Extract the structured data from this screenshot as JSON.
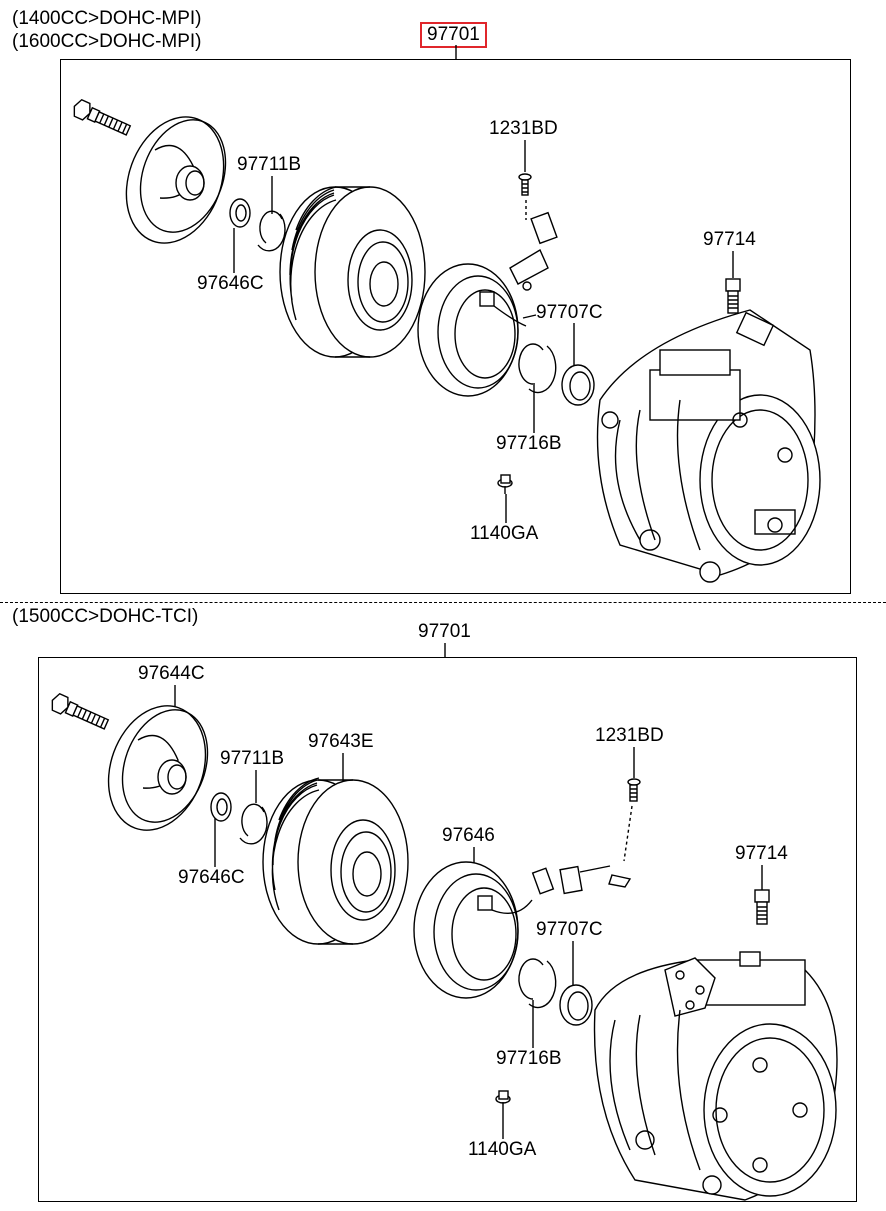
{
  "sections": [
    {
      "conditions": [
        "(1400CC>DOHC-MPI)",
        "(1600CC>DOHC-MPI)"
      ],
      "assembly": "97701",
      "assembly_highlighted": true,
      "parts": {
        "p97711B": "97711B",
        "p97646C": "97646C",
        "p1231BD": "1231BD",
        "p97714": "97714",
        "p97707C": "97707C",
        "p97716B": "97716B",
        "p1140GA": "1140GA"
      }
    },
    {
      "conditions": [
        "(1500CC>DOHC-TCI)"
      ],
      "assembly": "97701",
      "assembly_highlighted": false,
      "parts": {
        "p97644C": "97644C",
        "p97711B": "97711B",
        "p97643E": "97643E",
        "p97646C": "97646C",
        "p97646": "97646",
        "p1231BD": "1231BD",
        "p97714": "97714",
        "p97707C": "97707C",
        "p97716B": "97716B",
        "p1140GA": "1140GA"
      }
    }
  ],
  "colors": {
    "highlight": "#e0262b",
    "line": "#000000"
  }
}
